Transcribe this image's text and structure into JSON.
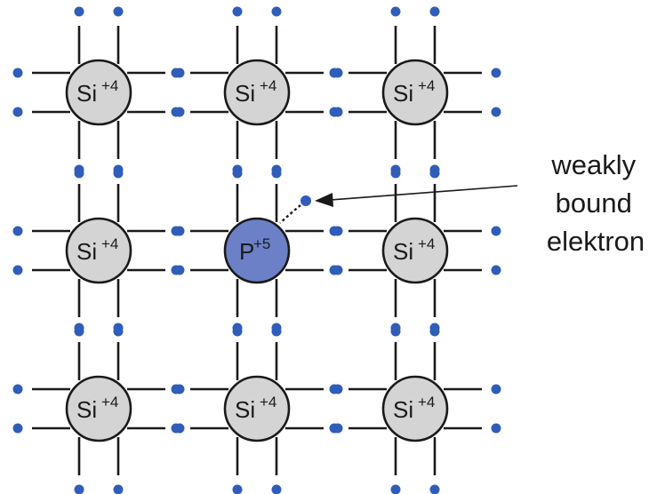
{
  "lattice": {
    "atoms": [
      {
        "row": 0,
        "col": 0,
        "symbol": "Si",
        "charge": "+4",
        "kind": "host"
      },
      {
        "row": 0,
        "col": 1,
        "symbol": "Si",
        "charge": "+4",
        "kind": "host"
      },
      {
        "row": 0,
        "col": 2,
        "symbol": "Si",
        "charge": "+4",
        "kind": "host"
      },
      {
        "row": 1,
        "col": 0,
        "symbol": "Si",
        "charge": "+4",
        "kind": "host"
      },
      {
        "row": 1,
        "col": 1,
        "symbol": "P",
        "charge": "+5",
        "kind": "dopant"
      },
      {
        "row": 1,
        "col": 2,
        "symbol": "Si",
        "charge": "+4",
        "kind": "host"
      },
      {
        "row": 2,
        "col": 0,
        "symbol": "Si",
        "charge": "+4",
        "kind": "host"
      },
      {
        "row": 2,
        "col": 1,
        "symbol": "Si",
        "charge": "+4",
        "kind": "host"
      },
      {
        "row": 2,
        "col": 2,
        "symbol": "Si",
        "charge": "+4",
        "kind": "host"
      }
    ],
    "colors": {
      "host_atom": "#d4d4d4",
      "dopant_atom": "#6b80c6",
      "electron": "#2f5db8",
      "bond": "#1a1a1a"
    }
  },
  "annotation": {
    "lines": [
      "weakly",
      "bound",
      "elektron"
    ]
  }
}
